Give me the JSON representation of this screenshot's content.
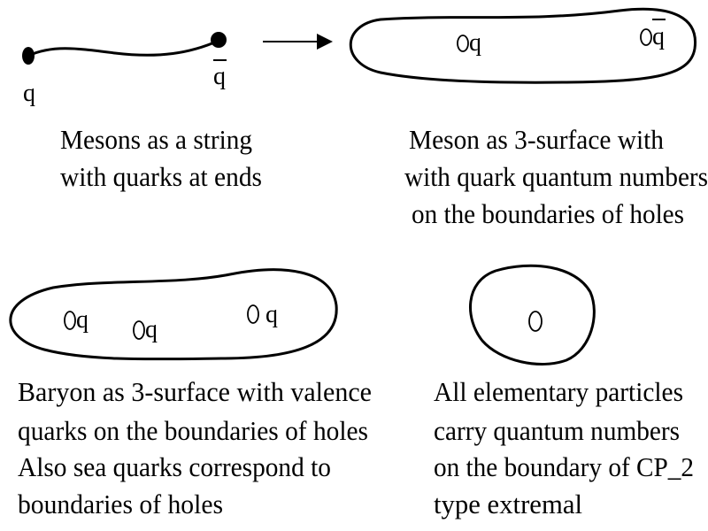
{
  "string_meson": {
    "quark_label": "q",
    "antiquark_label": "q",
    "caption": [
      "Mesons as a string",
      "with quarks at ends"
    ]
  },
  "surface_meson": {
    "quark_label": "q",
    "antiquark_label": "q",
    "caption": [
      "Meson as 3-surface with",
      "with quark quantum numbers",
      "on the boundaries of holes"
    ]
  },
  "baryon": {
    "quark_labels": [
      "q",
      "q",
      "q"
    ],
    "caption": [
      "Baryon as 3-surface with  valence",
      "quarks on the boundaries of holes",
      "Also sea quarks correspond to",
      "boundaries of holes"
    ]
  },
  "elementary": {
    "caption": [
      "All elementary particles",
      "carry quantum numbers",
      "on the boundary of CP_2",
      "type  extremal"
    ]
  }
}
